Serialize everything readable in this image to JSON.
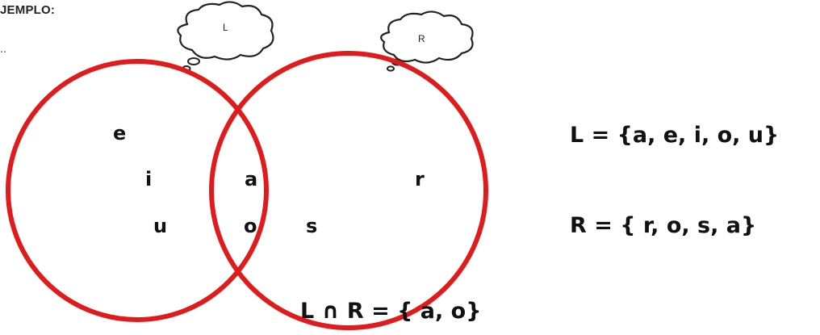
{
  "heading": "JEMPLO:",
  "ellipsis": "..",
  "clouds": [
    {
      "name": "cloud-left",
      "label": "L"
    },
    {
      "name": "cloud-right",
      "label": "R"
    }
  ],
  "venn": {
    "set_L_only": [
      "e",
      "i",
      "u"
    ],
    "intersection": [
      "a",
      "o"
    ],
    "set_R_only": [
      "r",
      "s"
    ]
  },
  "equations": {
    "L": "L = {a, e, i, o, u}",
    "R": "R = { r, o, s, a}",
    "intersection": "L ∩ R = { a, o}"
  },
  "colors": {
    "circle_stroke": "#e01b1b",
    "text": "#111111"
  }
}
